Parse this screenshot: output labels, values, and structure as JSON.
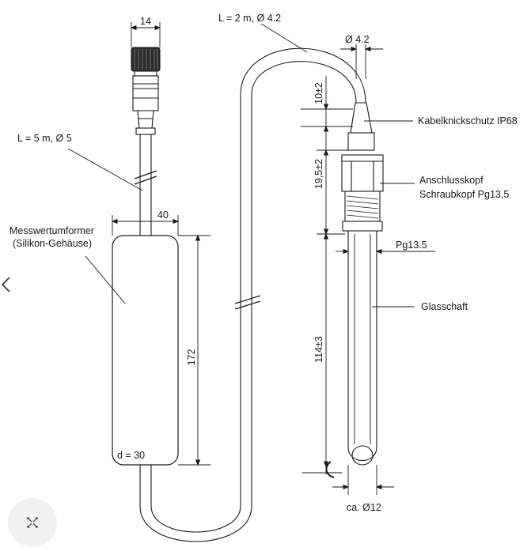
{
  "labels": {
    "dim_width_14": "14",
    "cable_long": "L = 2 m, Ø 4.2",
    "cable_dia": "Ø 4.2",
    "dim_10": "10±2",
    "kink_protection": "Kabelknickschutz IP68",
    "cable_short": "L = 5 m, Ø 5",
    "dim_19_5": "19,5±2",
    "head_line1": "Anschlusskopf",
    "head_line2": "Schraubkopf Pg13,5",
    "dim_40": "40",
    "transmitter_line1": "Messwertumformer",
    "transmitter_line2": "(Silikon-Gehäuse)",
    "thread": "Pg13.5",
    "glass_shaft": "Glasschaft",
    "dim_172": "172",
    "dim_114": "114±3",
    "diameter_d": "d = 30",
    "shaft_dia": "ca. Ø12"
  },
  "icons": {
    "nav_left": "chevron-left-icon",
    "expand": "expand-arrows-icon"
  }
}
